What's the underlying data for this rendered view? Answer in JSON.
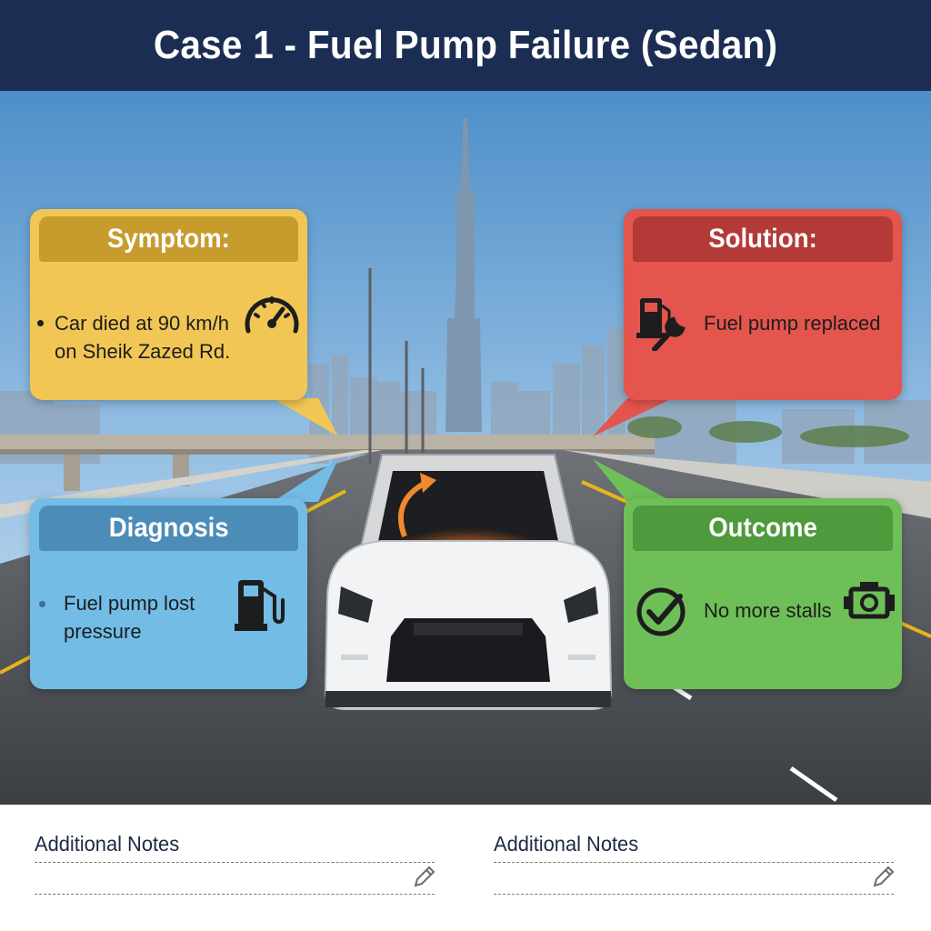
{
  "title": "Case 1 - Fuel Pump Failure (Sedan)",
  "cards": {
    "symptom": {
      "heading": "Symptom:",
      "lines": [
        "Car died at 90 km/h",
        "on Sheik Zazed Rd."
      ],
      "icon": "speedometer-icon",
      "color": "#f1c655",
      "head_color": "#c89b2d"
    },
    "solution": {
      "heading": "Solution:",
      "text": "Fuel pump replaced",
      "icon": "fuel-pump-wrench-icon",
      "color": "#e4554d",
      "head_color": "#b33a36"
    },
    "diagnosis": {
      "heading": "Diagnosis",
      "lines": [
        "Fuel pump lost",
        "pressure"
      ],
      "icon": "fuel-pump-icon",
      "color": "#72bce6",
      "head_color": "#4c8db8"
    },
    "outcome": {
      "heading": "Outcome",
      "text": "No more stalls",
      "icons": [
        "checkmark-icon",
        "engine-icon"
      ],
      "color": "#6ebf58",
      "head_color": "#4e9a3c"
    }
  },
  "notes": [
    {
      "title": "Additional Notes",
      "icon": "pencil-icon"
    },
    {
      "title": "Additional Notes",
      "icon": "pencil-icon"
    }
  ]
}
